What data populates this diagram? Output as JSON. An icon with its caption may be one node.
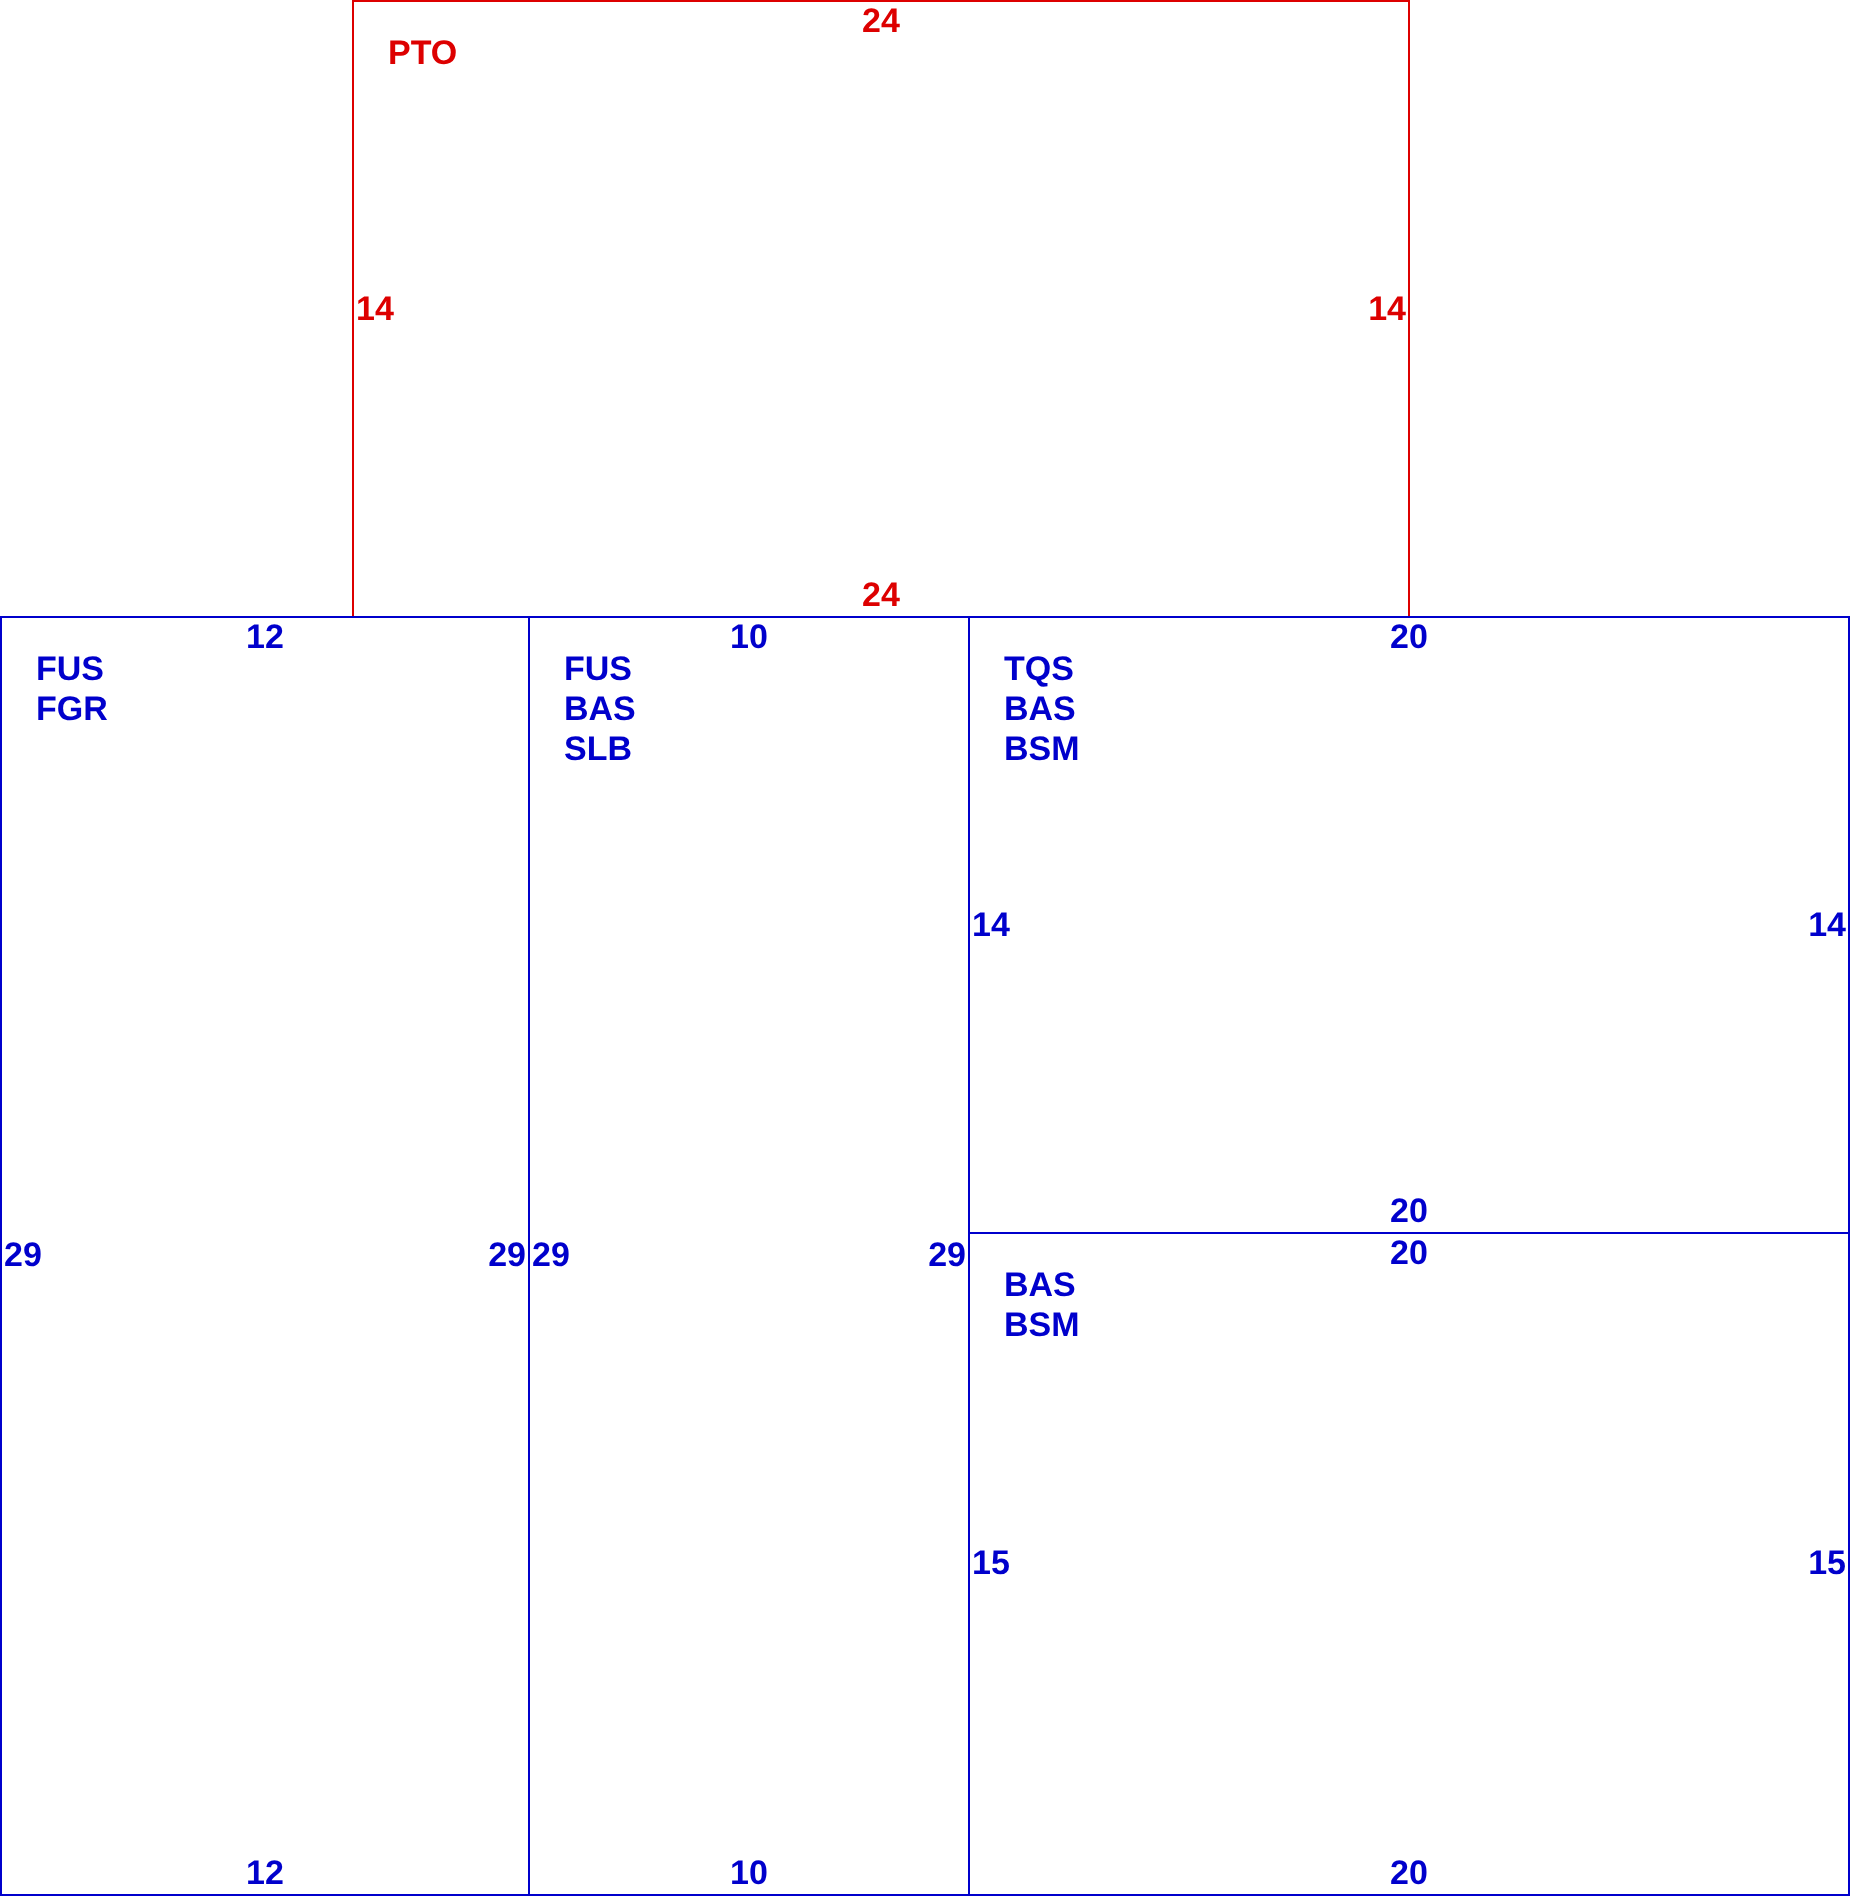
{
  "diagram": {
    "nodes": [
      {
        "text": [
          "PTO",
          "24",
          "14",
          "14",
          "24"
        ]
      },
      {
        "text": [
          "FUS FGR",
          "12",
          "29",
          "29",
          "12"
        ]
      },
      {
        "text": [
          "FUS BAS SLB",
          "10",
          "29",
          "29",
          "10"
        ]
      },
      {
        "text": [
          "TQS BAS BSM",
          "20",
          "14",
          "14",
          "20"
        ]
      },
      {
        "text": [
          "BAS BSM",
          "20",
          "15",
          "15",
          "20"
        ]
      }
    ]
  }
}
